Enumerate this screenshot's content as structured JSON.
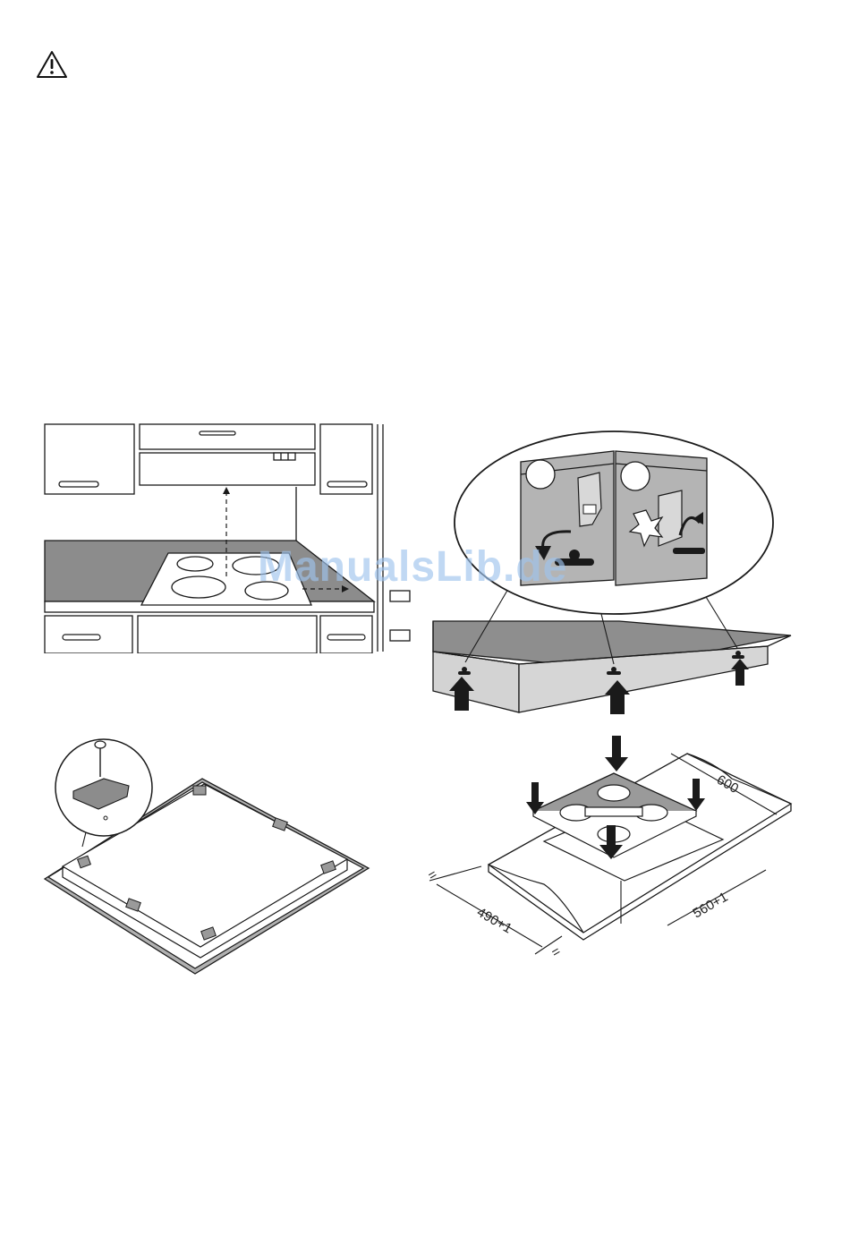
{
  "watermark": "ManualsLib.de",
  "icons": {
    "warning": "warning-triangle-icon"
  },
  "dimensions": {
    "width_600": "600",
    "width_560": "560+1",
    "depth_490": "490+1",
    "eq_left": "=",
    "eq_bottom": "="
  },
  "colors": {
    "counter": "#8c8c8c",
    "panel": "#b4b4b4",
    "line": "#1a1a1a",
    "watermark": "#9fc4ee"
  }
}
